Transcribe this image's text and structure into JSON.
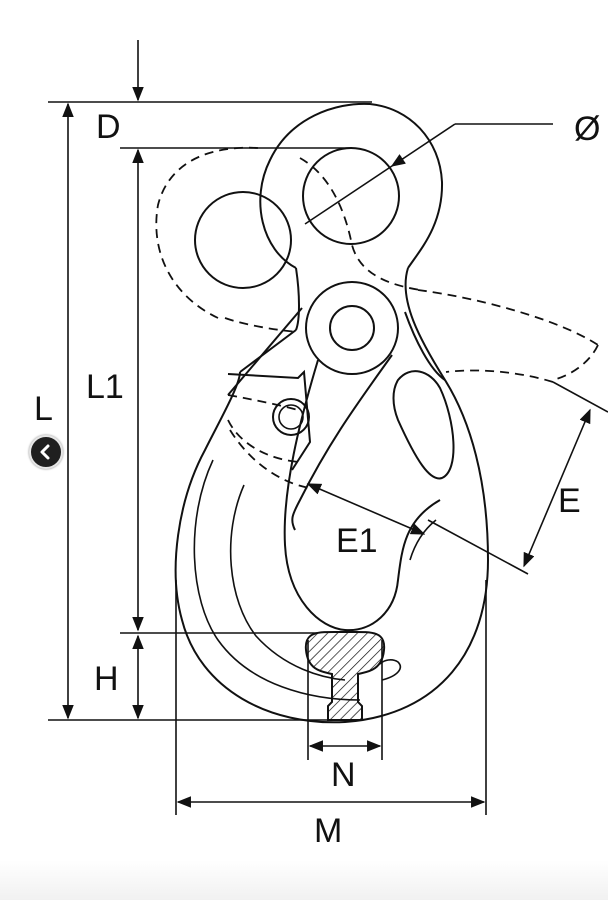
{
  "diagram": {
    "labels": {
      "D": "D",
      "diameter": "Ø",
      "L1": "L1",
      "L": "L",
      "H": "H",
      "E": "E",
      "E1": "E1",
      "N": "N",
      "M": "M"
    }
  },
  "navigation": {
    "back_icon": "chevron-left-icon"
  },
  "colors": {
    "line": "#111111",
    "background": "#ffffff",
    "nav_button": "#1f1f1f"
  }
}
